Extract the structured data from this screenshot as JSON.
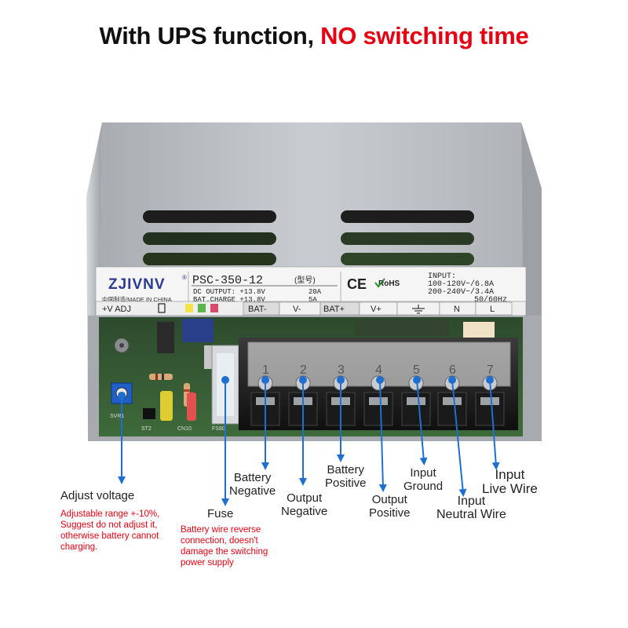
{
  "headline": {
    "part1": "With UPS function, ",
    "part2": "NO switching time"
  },
  "colors": {
    "accent_red": "#e60012",
    "arrow_blue": "#1f6fd1",
    "case_silver": "#b9bcbf",
    "terminal_black": "#1a1a1a"
  },
  "label": {
    "brand": "ZJIVNV",
    "brand_mark": "®",
    "made_in": "中国制造/MADE IN CHINA",
    "model": "PSC-350-12",
    "model_note": "(型号)",
    "dc_output": "DC OUTPUT: +13.8V",
    "dc_output_current": "20A",
    "bat_charge": "BAT.CHARGE +13.8V",
    "bat_charge_current": "5A",
    "ce": "CE",
    "rohs": "RoHS",
    "input_title": "INPUT:",
    "input_line1": "100-120V~/6.8A",
    "input_line2": "200-240V~/3.4A",
    "input_freq": "50/60Hz"
  },
  "terminal_strip": {
    "labels": [
      "+V ADJ",
      "BAT-",
      "V-",
      "BAT+",
      "V+",
      "N",
      "L"
    ],
    "numbers": [
      "1",
      "2",
      "3",
      "4",
      "5",
      "6",
      "7"
    ]
  },
  "board": {
    "svr_label": "SVR1",
    "st_label": "ST2",
    "cn_label": "CN10",
    "fuse_label": "FS80"
  },
  "callouts": {
    "adjust_voltage": "Adjust voltage",
    "adjust_note": [
      "Adjustable range +-10%,",
      "Suggest do not adjust it,",
      "otherwise battery cannot",
      "charging."
    ],
    "fuse": "Fuse",
    "fuse_note": [
      "Battery wire reverse",
      "connection, doesn't",
      "damage the switching",
      "power supply"
    ],
    "battery_negative": [
      "Battery",
      "Negative"
    ],
    "output_negative": [
      "Output",
      "Negative"
    ],
    "battery_positive": [
      "Battery",
      "Positive"
    ],
    "output_positive": [
      "Output",
      "Positive"
    ],
    "input_ground": [
      "Input",
      "Ground"
    ],
    "input_neutral": [
      "Input",
      "Neutral Wire"
    ],
    "input_live": [
      "Input",
      "Live Wire"
    ]
  }
}
